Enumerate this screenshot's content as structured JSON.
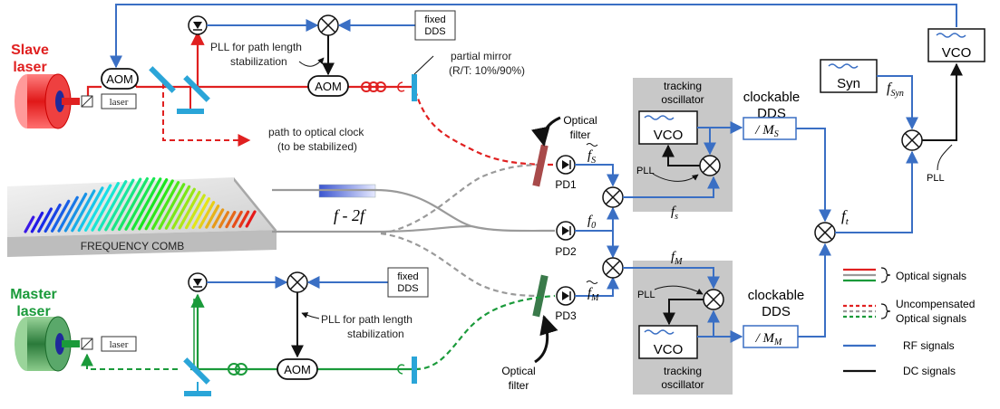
{
  "slave": {
    "line1": "Slave",
    "line2": "laser",
    "color": "#e02020"
  },
  "master": {
    "line1": "Master",
    "line2": "laser",
    "color": "#1a9a3a"
  },
  "aom": "AOM",
  "laser_box": "laser",
  "fixed_dds": {
    "line1": "fixed",
    "line2": "DDS"
  },
  "pll_top": {
    "line1": "PLL for path length",
    "line2": "stabilization"
  },
  "pll_bottom": {
    "line1": "PLL for path length",
    "line2": "stabilization"
  },
  "partial_mirror": {
    "line1": "partial mirror",
    "line2": "(R/T: 10%/90%)"
  },
  "path_clock": {
    "line1": "path to optical clock",
    "line2": "(to be stabilized)"
  },
  "optical_filter": {
    "line1": "Optical",
    "line2": "filter"
  },
  "comb_label": "FREQUENCY COMB",
  "f2f": "f - 2f",
  "pd": [
    "PD1",
    "PD2",
    "PD3"
  ],
  "tracking": {
    "line1": "tracking",
    "line2": "oscillator"
  },
  "vco": "VCO",
  "pll": "PLL",
  "clockable": {
    "line1": "clockable",
    "line2": "DDS"
  },
  "div_s": {
    "slash": "/ M",
    "sub": "S"
  },
  "div_m": {
    "slash": "/ M",
    "sub": "M"
  },
  "syn": "Syn",
  "freq": {
    "fS_tilde": {
      "main": "f",
      "sub": "S"
    },
    "fM_tilde": {
      "main": "f",
      "sub": "M"
    },
    "f0": {
      "main": "f",
      "sub": "0"
    },
    "fs": {
      "main": "f",
      "sub": "s"
    },
    "fM": {
      "main": "f",
      "sub": "M"
    },
    "ft": {
      "main": "f",
      "sub": "t"
    },
    "fSyn": {
      "main": "f",
      "sub": "Syn"
    }
  },
  "legend": {
    "optical": "Optical signals",
    "uncomp1": "Uncompensated",
    "uncomp2": "Optical signals",
    "rf": "RF signals",
    "dc": "DC signals"
  },
  "colors": {
    "red": "#e02020",
    "green": "#1a9a3a",
    "gray": "#9a9a9a",
    "blue": "#3a6fc4",
    "black": "#111111",
    "cyan": "#2aa5d8"
  }
}
